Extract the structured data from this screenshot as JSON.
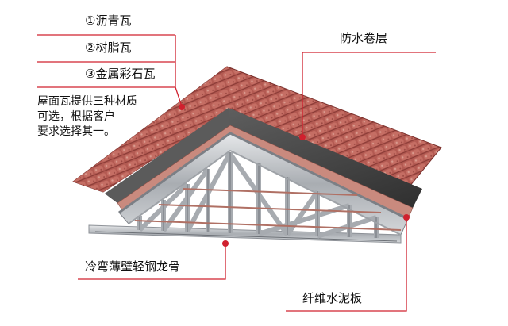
{
  "roof_tile_options": [
    {
      "label": "①沥青瓦"
    },
    {
      "label": "②树脂瓦"
    },
    {
      "label": "③金属彩石瓦"
    }
  ],
  "roof_tile_note": [
    "屋面瓦提供三种材质",
    "可选，根据客户",
    "要求选择其一。"
  ],
  "waterproof_label": "防水卷层",
  "frame_label": "冷弯薄壁轻钢龙骨",
  "board_label": "纤维水泥板",
  "colors": {
    "leader_line": "#d0202e",
    "tile": "#b85a52",
    "membrane": "#4a4a4a",
    "steel": "#b9bcbf",
    "board": "#c98a7e"
  }
}
